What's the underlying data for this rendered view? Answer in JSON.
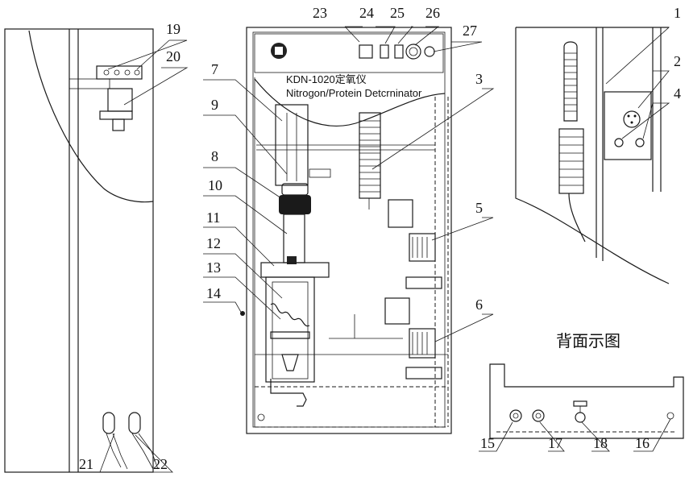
{
  "instrument": {
    "model_cn": "KDN-1020定氧仪",
    "model_en": "Nitrogon/Protein Detcrninator"
  },
  "rear_view_caption": "背面示图",
  "labels": [
    "1",
    "2",
    "3",
    "4",
    "5",
    "6",
    "7",
    "8",
    "9",
    "10",
    "11",
    "12",
    "13",
    "14",
    "15",
    "16",
    "17",
    "18",
    "19",
    "20",
    "21",
    "22",
    "23",
    "24",
    "25",
    "26",
    "27"
  ]
}
